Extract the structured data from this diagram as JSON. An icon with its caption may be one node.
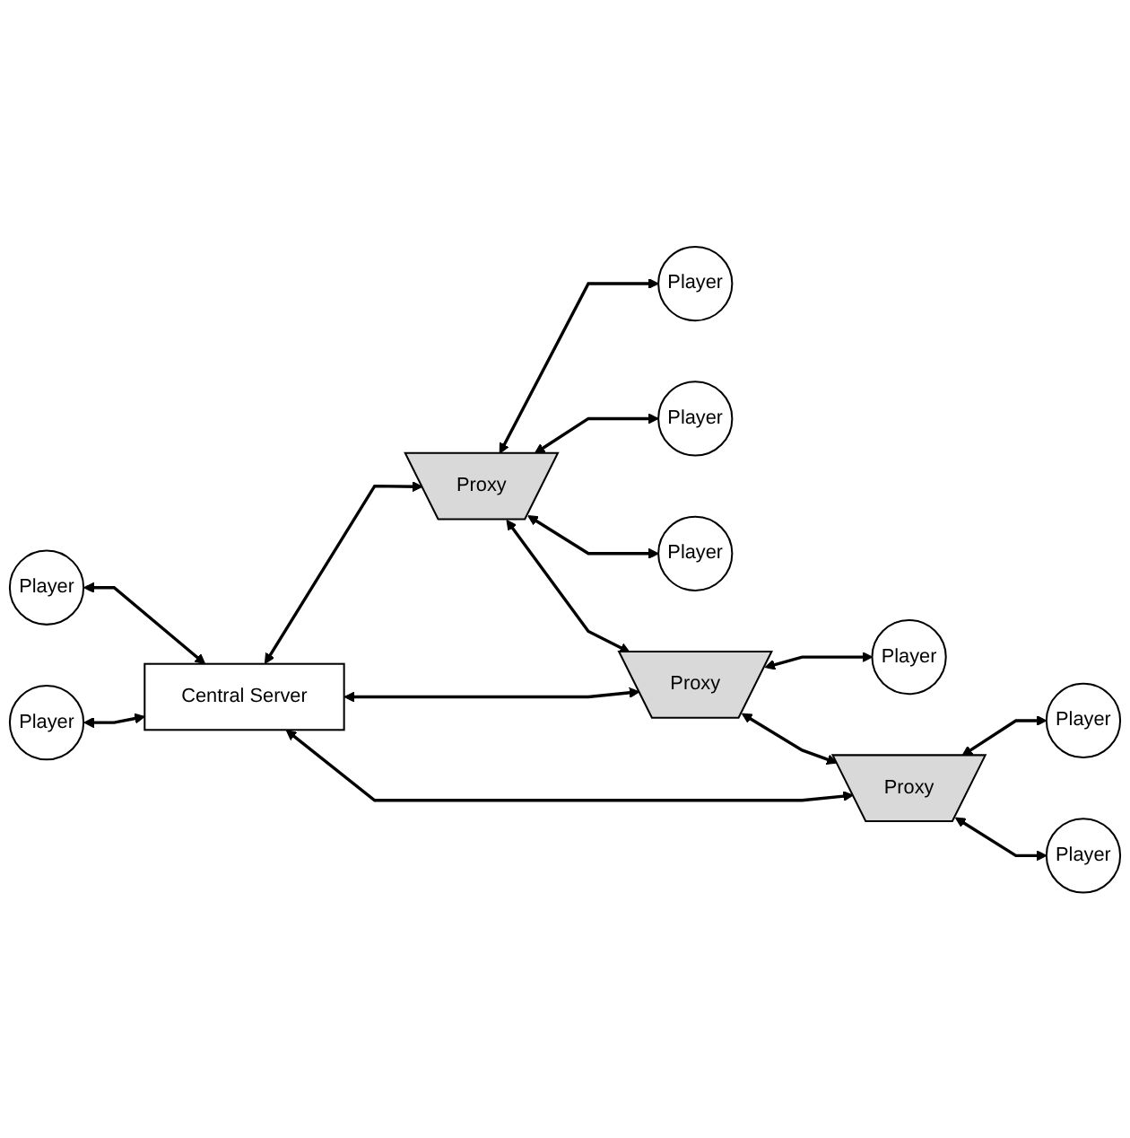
{
  "diagram": {
    "nodes": [
      {
        "text": [
          "Player"
        ]
      },
      {
        "text": [
          "Player"
        ]
      },
      {
        "text": [
          "Player"
        ]
      },
      {
        "text": [
          "Player"
        ]
      },
      {
        "text": [
          "Proxy"
        ]
      },
      {
        "text": [
          "Player"
        ]
      },
      {
        "text": [
          "Central Server"
        ]
      },
      {
        "text": [
          "Proxy"
        ]
      },
      {
        "text": [
          "Player"
        ]
      },
      {
        "text": [
          "Proxy"
        ]
      },
      {
        "text": [
          "Player"
        ]
      },
      {
        "text": [
          "Player"
        ]
      }
    ],
    "edges": [
      {
        "from": 0,
        "to": 6,
        "arrow": "both"
      },
      {
        "from": 2,
        "to": 6,
        "arrow": "both"
      },
      {
        "from": 6,
        "to": 4,
        "arrow": "both"
      },
      {
        "from": 6,
        "to": 7,
        "arrow": "both"
      },
      {
        "from": 6,
        "to": 9,
        "arrow": "both"
      },
      {
        "from": 4,
        "to": 7,
        "arrow": "both"
      },
      {
        "from": 7,
        "to": 9,
        "arrow": "both"
      },
      {
        "from": 4,
        "to": 1,
        "arrow": "both"
      },
      {
        "from": 4,
        "to": 3,
        "arrow": "both"
      },
      {
        "from": 4,
        "to": 5,
        "arrow": "both"
      },
      {
        "from": 7,
        "to": 8,
        "arrow": "both"
      },
      {
        "from": 9,
        "to": 10,
        "arrow": "both"
      },
      {
        "from": 9,
        "to": 11,
        "arrow": "both"
      }
    ]
  }
}
